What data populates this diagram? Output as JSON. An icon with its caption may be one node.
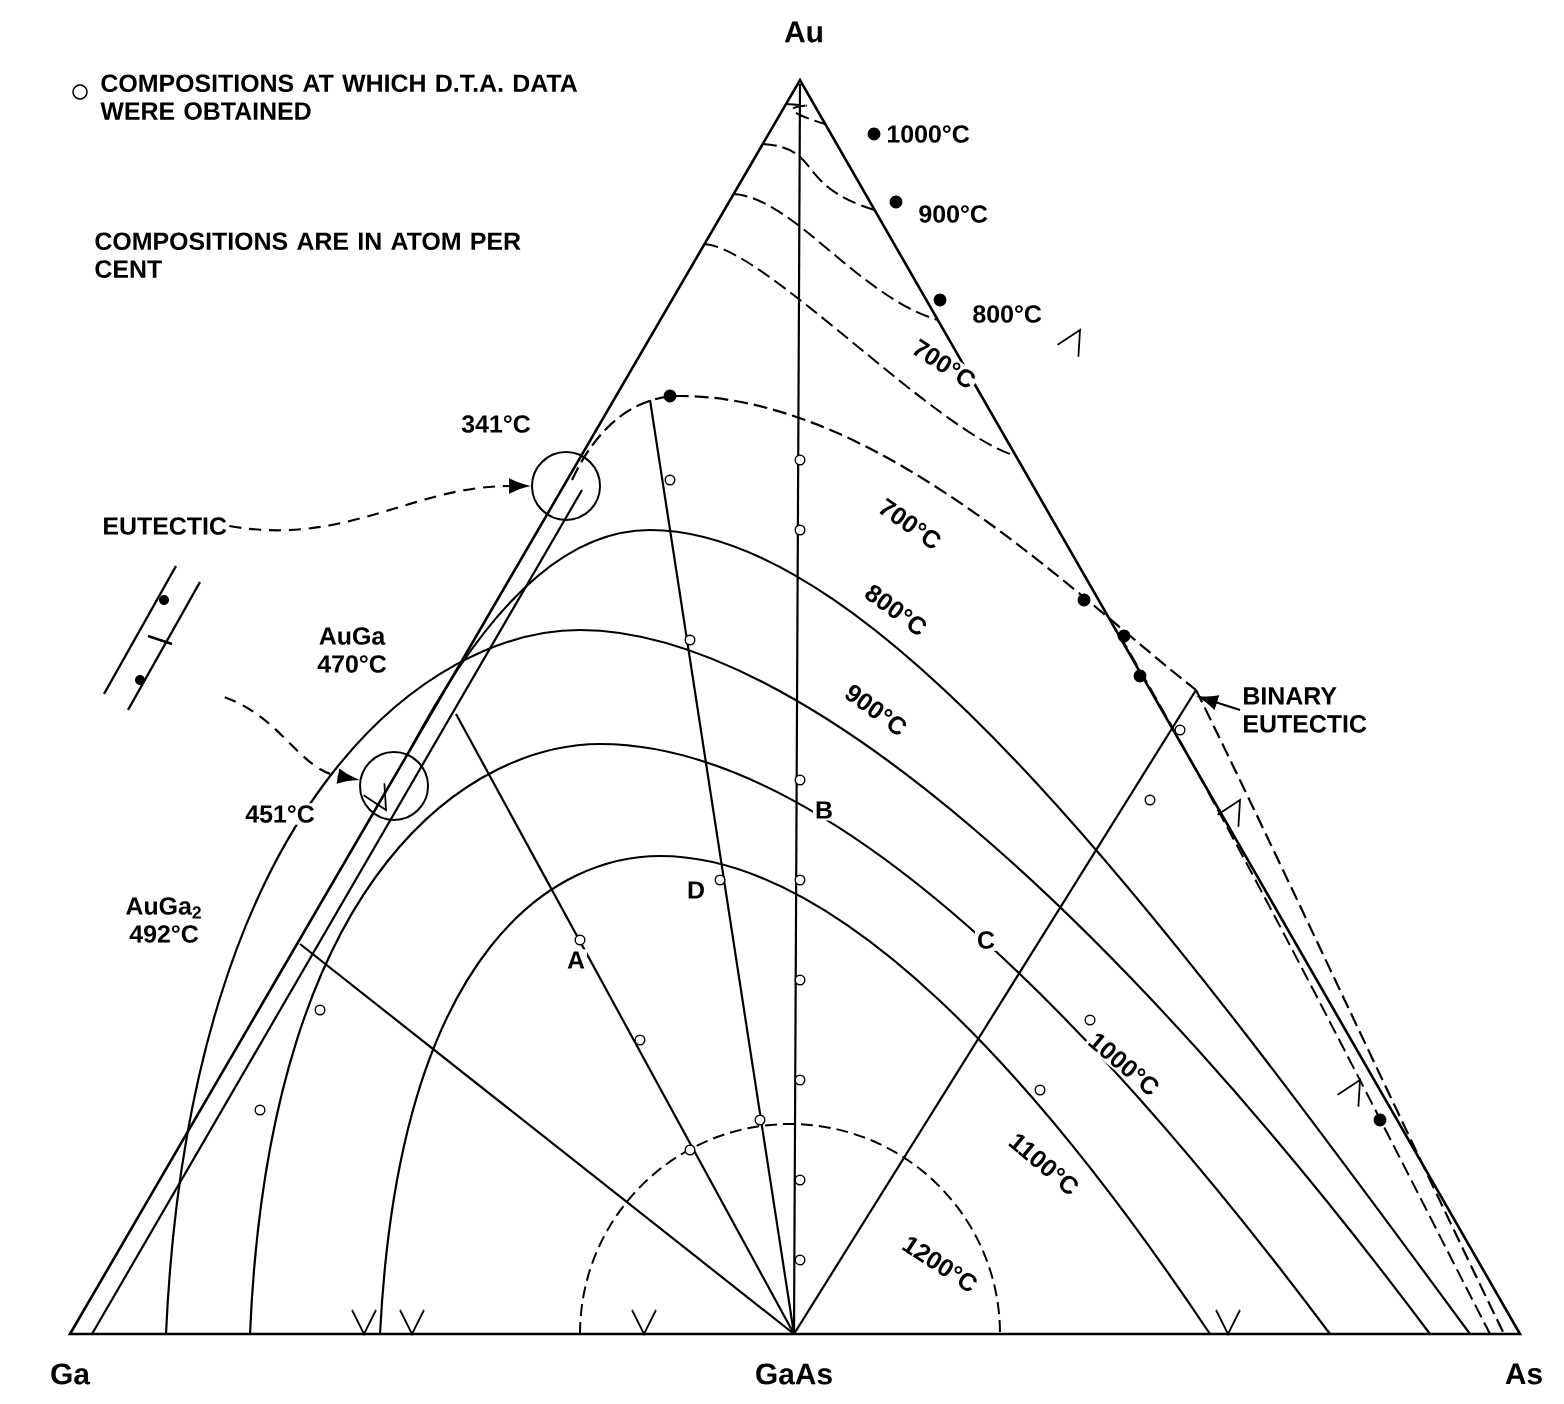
{
  "diagram": {
    "nodes": [
      {
        "text": [
          "EUTECTIC"
        ]
      },
      {
        "text": [],
        "shape": "circle"
      },
      {
        "text": [],
        "shape": "circle"
      },
      {
        "text": [
          "BINARY EUTECTIC"
        ]
      }
    ],
    "edges": [
      {
        "from": 0,
        "to": 1,
        "arrow": "to",
        "style": "dashed"
      },
      {
        "from": 0,
        "to": 2,
        "arrow": "to",
        "style": "dashed"
      },
      {
        "from": 3,
        "to": null,
        "arrow": "to"
      }
    ],
    "labels": [
      "COMPOSITIONS ARE IN ATOM PER CENT",
      "Au",
      "1000°C",
      "900°C",
      "800°C",
      "700°C",
      "341°C",
      "700°C",
      "AuGa 470°C",
      "800°C",
      "900°C",
      "B",
      "451°C",
      "D",
      "AuGa$_{2}$ 492°C",
      "C",
      "A",
      "1000°C",
      "1100°C",
      "1200°C",
      "Ga",
      "GaAs",
      "As"
    ],
    "legend": [
      {
        "text": "COMPOSITIONS AT WHICH D.T.A. DATA WERE OBTAINED"
      }
    ]
  }
}
